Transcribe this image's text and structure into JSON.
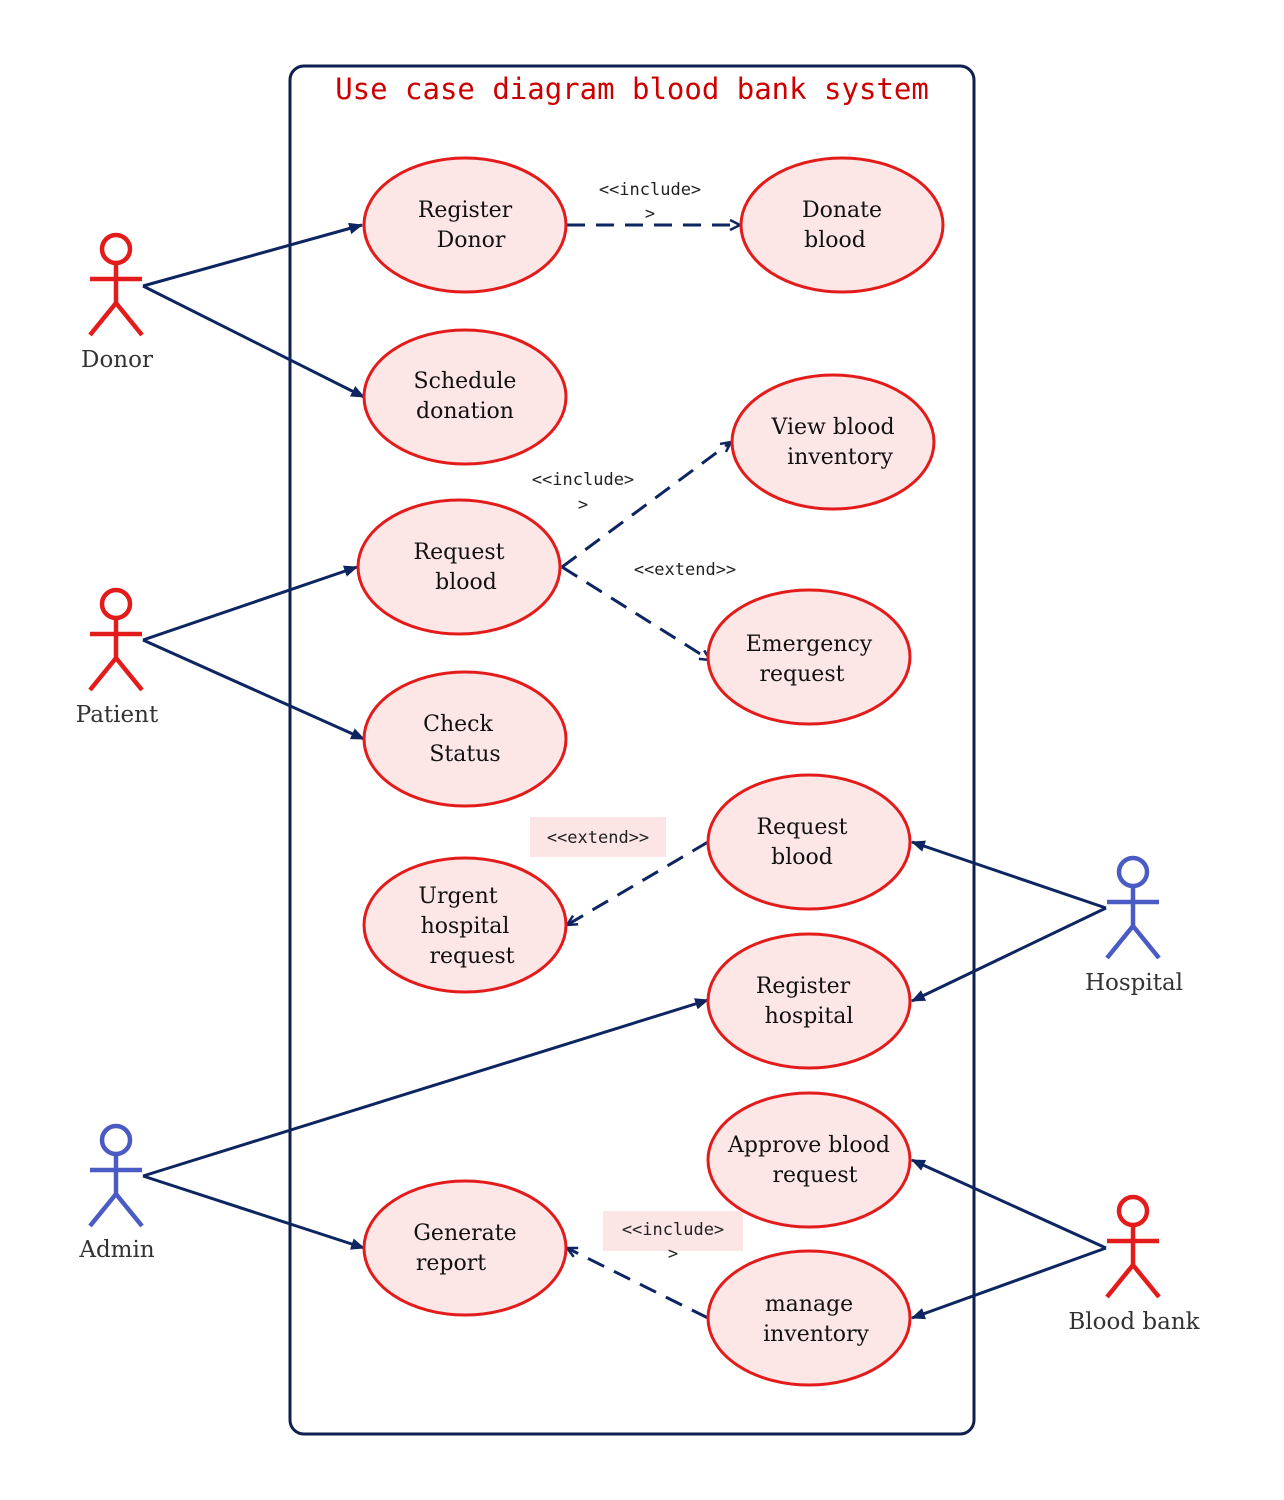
{
  "title": "Use case diagram blood bank system",
  "colors": {
    "boundary": "#0f1f4e",
    "title": "#cc0000",
    "usecase_fill": "#fce6e6",
    "usecase_stroke": "#e31b1b",
    "actor_red": "#e31b1b",
    "actor_blue": "#4a5bc4",
    "line": "#0d2560",
    "stereo_bg": "#fbe5e5"
  },
  "actors": {
    "donor": "Donor",
    "patient": "Patient",
    "hospital": "Hospital",
    "admin": "Admin",
    "blood_bank": "Blood bank"
  },
  "use_cases": {
    "register_donor": [
      "Register",
      "Donor"
    ],
    "donate_blood": [
      "Donate",
      "blood"
    ],
    "schedule_donation": [
      "Schedule",
      "donation"
    ],
    "view_inventory": [
      "View blood",
      "inventory"
    ],
    "request_blood_patient": [
      "Request",
      "blood"
    ],
    "emergency_request": [
      "Emergency",
      "request"
    ],
    "check_status": [
      "Check",
      "Status"
    ],
    "request_blood_hospital": [
      "Request",
      "blood"
    ],
    "urgent_hospital_request": [
      "Urgent",
      "hospital",
      "request"
    ],
    "register_hospital": [
      "Register",
      "hospital"
    ],
    "approve_blood_request": [
      "Approve blood",
      "request"
    ],
    "generate_report": [
      "Generate",
      "report"
    ],
    "manage_inventory": [
      "manage",
      "inventory"
    ]
  },
  "relations": {
    "include_1": [
      "<<include>",
      ">"
    ],
    "include_2": [
      "<<include>",
      ">"
    ],
    "extend_1": "<<extend>>",
    "extend_2": "<<extend>>",
    "include_3": [
      "<<include>",
      ">"
    ]
  }
}
